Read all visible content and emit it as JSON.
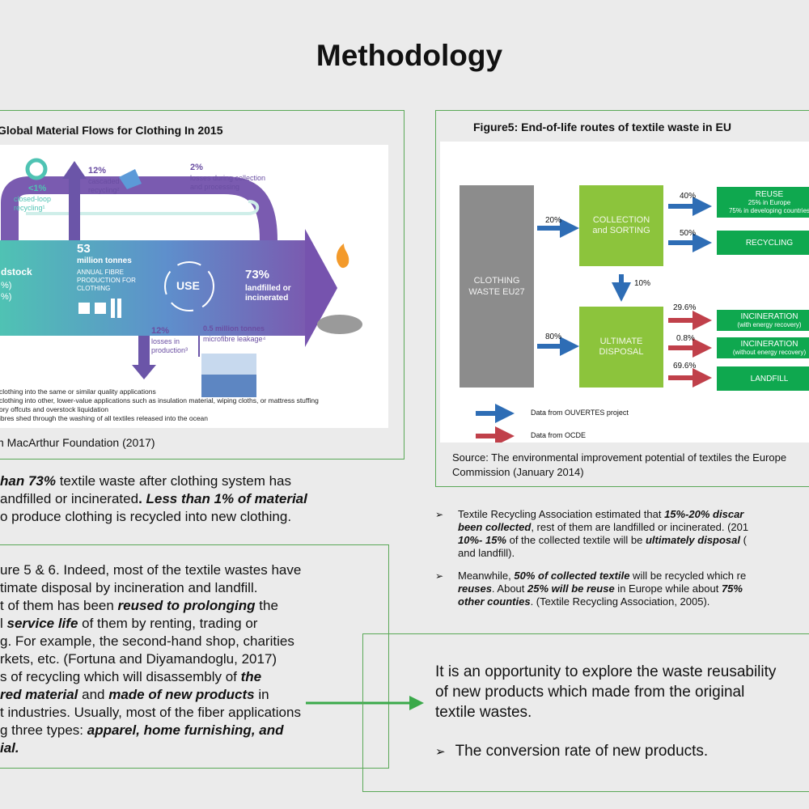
{
  "page": {
    "title": "Methodology"
  },
  "fig_left": {
    "caption": "Global Material Flows for Clothing In 2015",
    "source": "n MacArthur Foundation (2017)",
    "flows": {
      "closed_loop_pct": "<1%",
      "closed_loop_label": "closed-loop recycling¹",
      "cascaded_pct": "12%",
      "cascaded_label": "cascaded recycling²",
      "losses_pct": "2%",
      "losses_label": "losses during collection and processing",
      "feedstock": "dstock",
      "feedstock_pct1": "%)",
      "feedstock_pct2": "%)",
      "tonnes": "53",
      "tonnes_unit": "million tonnes",
      "tonnes_desc": "ANNUAL FIBRE PRODUCTION FOR CLOTHING",
      "use": "USE",
      "landfill_pct": "73%",
      "landfill_label": "landfilled or incinerated",
      "prod_loss_pct": "12%",
      "prod_loss_label": "losses in production³",
      "micro_value": "0.5 million tonnes",
      "micro_label": "microfibre leakage⁴"
    },
    "notes": [
      "clothing into the same or similar quality applications",
      "clothing into other, lower-value applications such as insulation material, wiping cloths, or mattress stuffing",
      "ory offcuts and overstock liquidation",
      "ibres shed through the washing of all textiles released into the ocean"
    ]
  },
  "fig_right": {
    "caption": "Figure5: End-of-life routes of textile waste in EU",
    "source_line1": "Source: The environmental improvement potential of textiles the Europe",
    "source_line2": "Commission (January 2014)",
    "clothing_waste": "CLOTHING WASTE EU27",
    "collection": "COLLECTION and SORTING",
    "ultimate": "ULTIMATE DISPOSAL",
    "reuse_title": "REUSE",
    "reuse_line1": "25% in Europe",
    "reuse_line2": "75% in developing countries",
    "recycling": "RECYCLING",
    "incin1_title": "INCINERATION",
    "incin1_sub": "(with energy recovery)",
    "incin2_title": "INCINERATION",
    "incin2_sub": "(without energy recovery)",
    "landfill": "LANDFILL",
    "pct_20": "20%",
    "pct_80": "80%",
    "pct_10": "10%",
    "pct_40": "40%",
    "pct_50": "50%",
    "pct_296": "29.6%",
    "pct_08": "0.8%",
    "pct_696": "69.6%",
    "legend_blue": "Data from OUVERTES project",
    "legend_red": "Data from OCDE",
    "colors": {
      "blue_arrow": "#2e6db5",
      "red_arrow": "#c0404a",
      "green_box": "#8cc43c",
      "dark_green": "#0fa84f",
      "gray_box": "#8c8c8c"
    }
  },
  "left_text": {
    "l1a": "han 73%",
    "l1b": " textile waste after clothing system has",
    "l2a": "andfilled or incinerated",
    "l2b": ". ",
    "l2c": "Less than 1% of material",
    "l3": "o produce clothing is recycled into new clothing."
  },
  "left_box": {
    "l1": "ure 5 & 6. Indeed, most of the textile wastes have",
    "l2": "timate disposal by incineration and landfill.",
    "l3a": "t of them has been ",
    "l3b": "reused to prolonging",
    "l3c": " the",
    "l4a": "l ",
    "l4b": "service life",
    "l4c": " of them by renting, trading or",
    "l5": "g. For example, the second-hand shop, charities",
    "l6": "rkets, etc.  (Fortuna and Diyamandoglu, 2017)",
    "l7a": "s of recycling which will disassembly of ",
    "l7b": "the",
    "l8a": "red material",
    "l8b": " and ",
    "l8c": "made of new products",
    "l8d": " in",
    "l9": "t industries. Usually, most of the fiber applications",
    "l10a": "g three types: ",
    "l10b": "apparel, home furnishing, and",
    "l11": "ial."
  },
  "right_bullets": {
    "b1_l1a": "Textile Recycling Association estimated that ",
    "b1_l1b": "15%-20% discar",
    "b1_l2a": "been collected",
    "b1_l2b": ", rest of them are landfilled or incinerated. (201",
    "b1_l3a": "10%- 15%",
    "b1_l3b": " of the collected textile will be ",
    "b1_l3c": "ultimately disposal",
    "b1_l3d": " (",
    "b1_l4": "and landfill).",
    "b2_l1a": "Meanwhile, ",
    "b2_l1b": "50% of collected textile",
    "b2_l1c": " will be recycled which re",
    "b2_l2a": "reuses",
    "b2_l2b": ". About ",
    "b2_l2c": "25% will be reuse",
    "b2_l2d": " in Europe while about ",
    "b2_l2e": "75%",
    "b2_l3a": "other counties",
    "b2_l3b": ". (Textile Recycling Association, 2005)."
  },
  "right_box": {
    "l1": "It is an opportunity to explore the waste reusability",
    "l2": "of new products which made from the original",
    "l3": "textile wastes.",
    "bullet": "The conversion rate of new products."
  }
}
